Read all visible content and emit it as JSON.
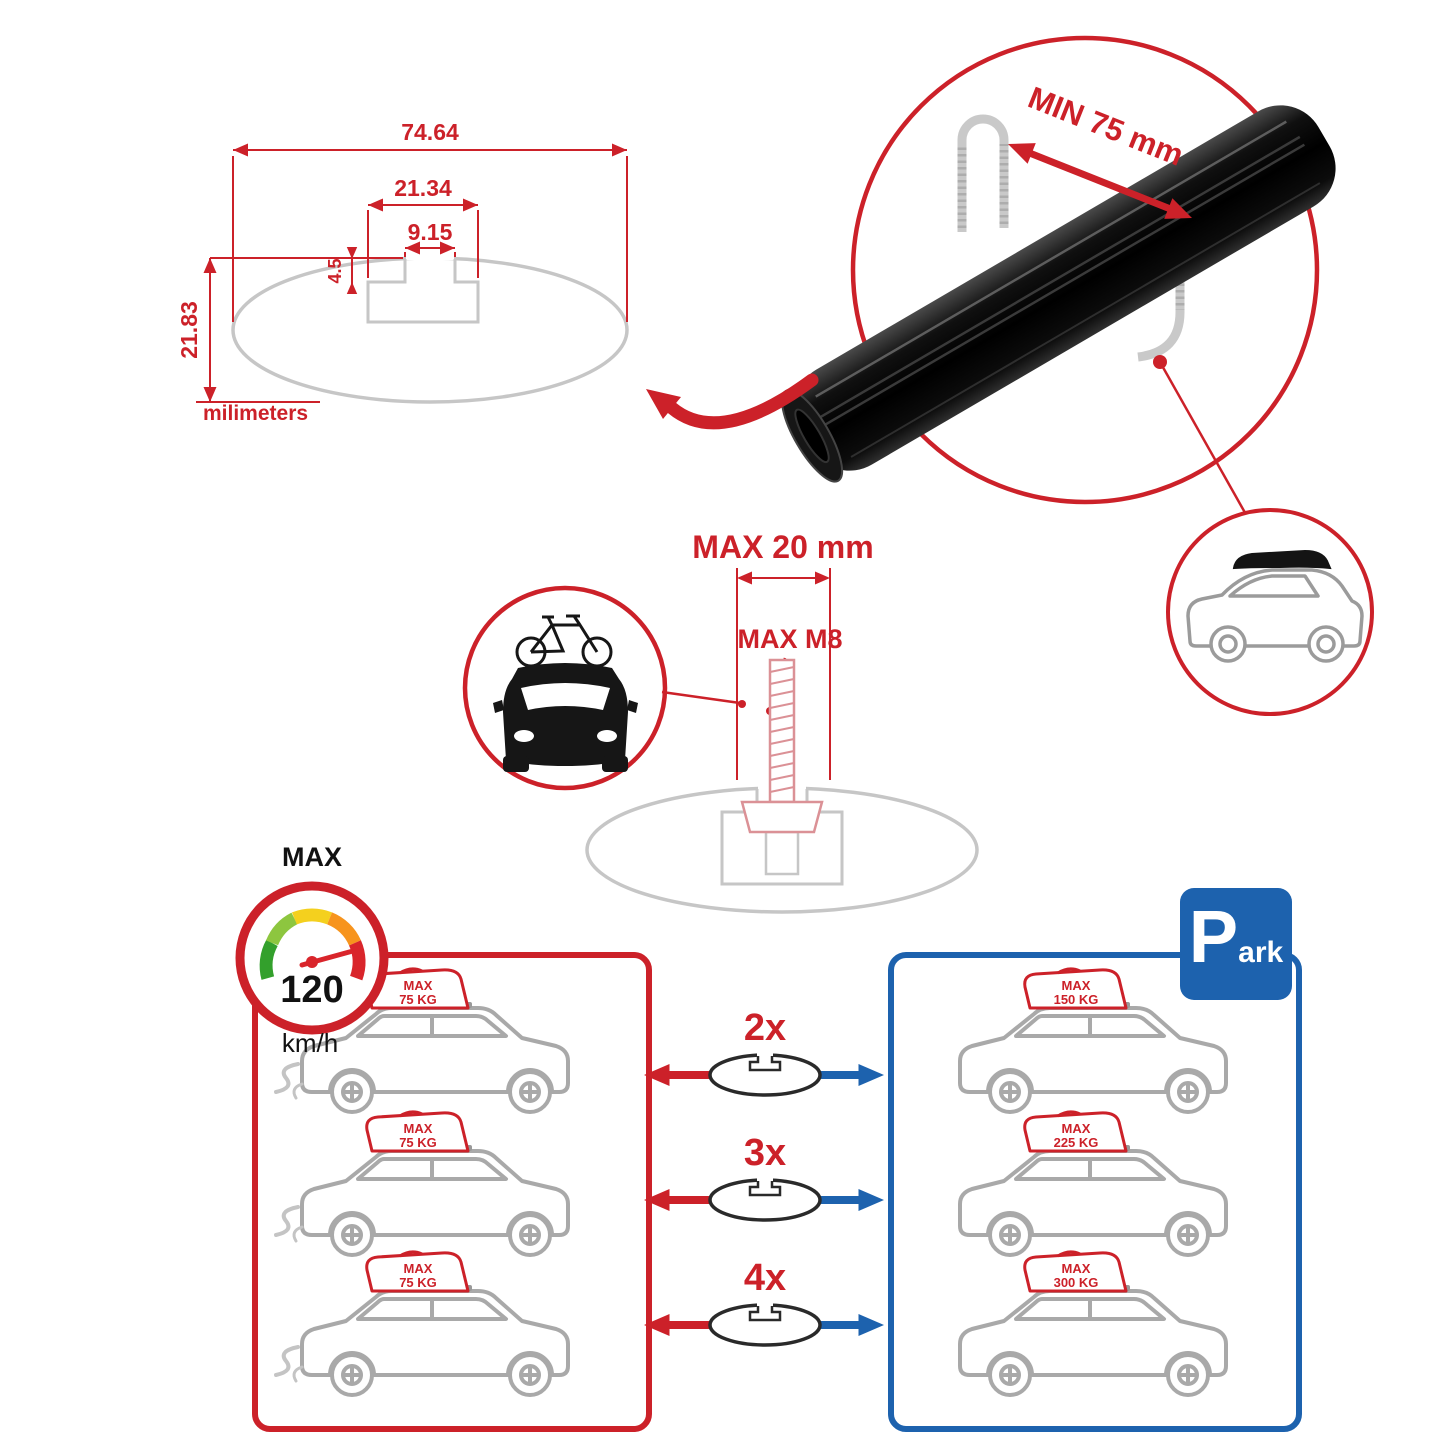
{
  "colors": {
    "red": "#cc2129",
    "blue": "#1d62ae",
    "gray": "#c6c6c6",
    "black": "#141414"
  },
  "dimension_diagram": {
    "total_width": "74.64",
    "channel_width": "21.34",
    "opening_width": "9.15",
    "lip_depth": "4.5",
    "profile_height": "21.83",
    "unit_label": "milimeters"
  },
  "bar_detail": {
    "min_spacing_label": "MIN 75 mm"
  },
  "bolt_detail": {
    "max_length_label": "MAX 20 mm",
    "max_thread_label": "MAX M8"
  },
  "speed_limit": {
    "title": "MAX",
    "value": "120",
    "unit": "km/h"
  },
  "comparison": {
    "multipliers": [
      "2x",
      "3x",
      "4x"
    ],
    "left_panel_items": [
      {
        "max_label": "MAX",
        "weight": "75 KG"
      },
      {
        "max_label": "MAX",
        "weight": "75 KG"
      },
      {
        "max_label": "MAX",
        "weight": "75 KG"
      }
    ],
    "right_panel_items": [
      {
        "max_label": "MAX",
        "weight": "150 KG"
      },
      {
        "max_label": "MAX",
        "weight": "225 KG"
      },
      {
        "max_label": "MAX",
        "weight": "300 KG"
      }
    ],
    "park_sign": {
      "letter": "P",
      "suffix": "ark"
    }
  }
}
